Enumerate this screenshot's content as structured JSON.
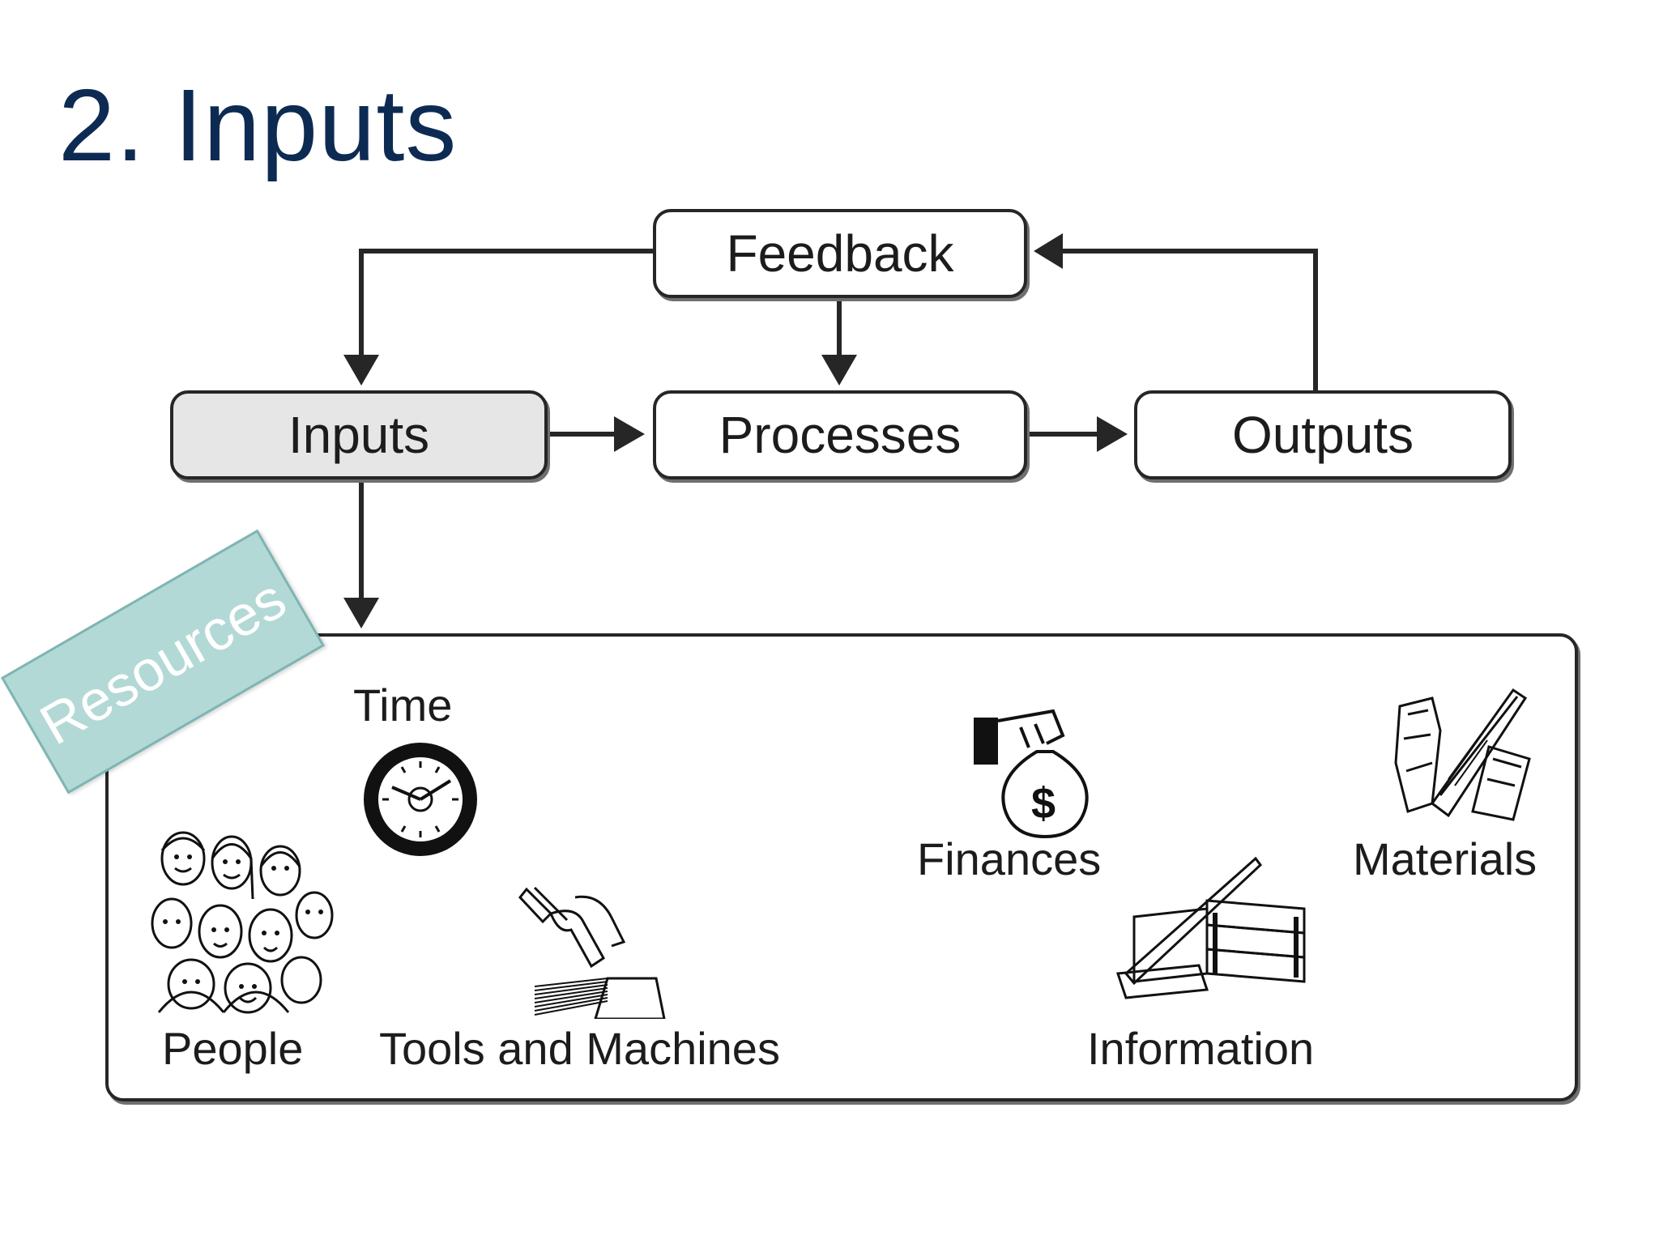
{
  "slide": {
    "title": "2. Inputs"
  },
  "diagram": {
    "nodes": {
      "feedback": "Feedback",
      "inputs": "Inputs",
      "processes": "Processes",
      "outputs": "Outputs"
    },
    "banner": "Resources",
    "resources": {
      "time": "Time",
      "people": "People",
      "tools": "Tools and Machines",
      "finances": "Finances",
      "materials": "Materials",
      "information": "Information"
    },
    "colors": {
      "title": "#0d2b52",
      "inputs_fill": "#e6e6e6",
      "banner_fill": "#b3d9d6",
      "line": "#262626"
    }
  }
}
